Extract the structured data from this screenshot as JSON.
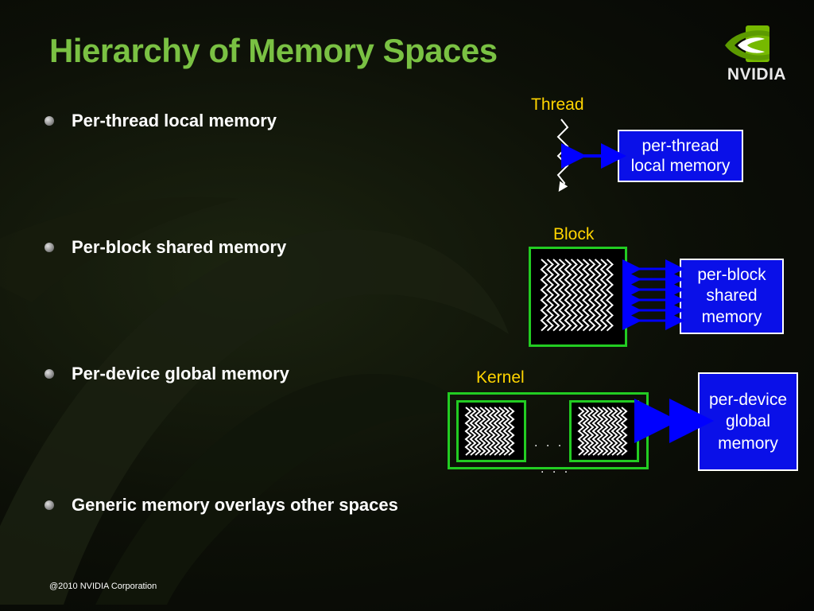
{
  "slide": {
    "title": "Hierarchy of Memory Spaces",
    "footer": "@2010 NVIDIA Corporation",
    "logo_text": "NVIDIA"
  },
  "bullets": [
    "Per-thread local memory",
    "Per-block shared memory",
    "Per-device global memory",
    "Generic memory overlays other spaces"
  ],
  "diagram": {
    "thread_label": "Thread",
    "block_label": "Block",
    "kernel_label": "Kernel",
    "thread_memory": [
      "per-thread",
      "local memory"
    ],
    "block_memory": [
      "per-block",
      "shared",
      "memory"
    ],
    "device_memory": [
      "per-device",
      "global",
      "memory"
    ],
    "ellipsis": ". . ."
  },
  "colors": {
    "title": "#7ac143",
    "label": "#ffd400",
    "memory_box": "#0a10e8",
    "arrow": "#0000ff",
    "block_border": "#22cc22"
  }
}
